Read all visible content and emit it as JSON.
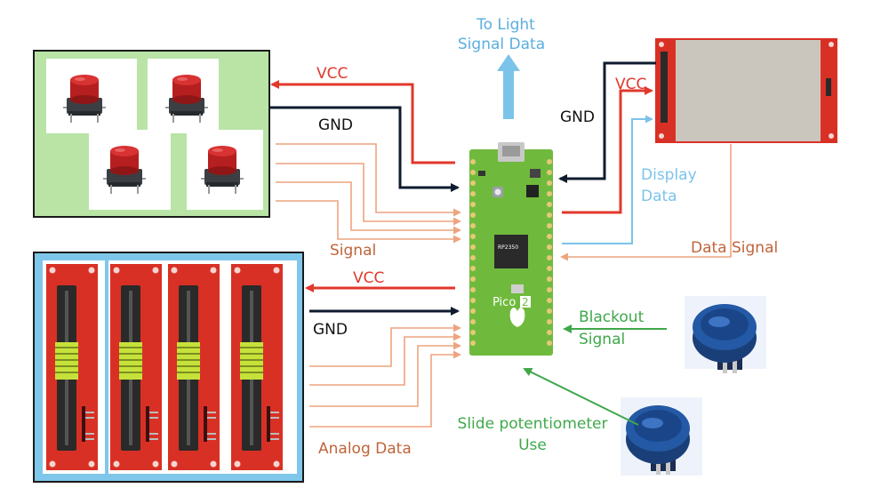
{
  "labels": {
    "to_light_line1": "To Light",
    "to_light_line2": "Signal Data",
    "vcc_top": "VCC",
    "gnd_top": "GND",
    "signal": "Signal",
    "vcc_mid": "VCC",
    "gnd_mid": "GND",
    "analog_data": "Analog Data",
    "gnd_display": "GND",
    "vcc_display": "VCC",
    "display_data_line1": "Display",
    "display_data_line2": "Data",
    "data_signal": "Data Signal",
    "blackout_line1": "Blackout",
    "blackout_line2": "Signal",
    "slide_use_line1": "Slide potentiometer",
    "slide_use_line2": "Use",
    "board_name": "Pico",
    "board_version": "2"
  },
  "colors": {
    "vcc": "#e0382b",
    "gnd": "#0f1b2e",
    "signal": "#eea47f",
    "light_blue": "#7cc3ea",
    "green": "#3fa84a",
    "label_brown": "#c0643a",
    "button_panel_bg": "#b9e4a6",
    "slider_panel_bg": "#7fc7ea",
    "pcb_red": "#d93025",
    "pico_green": "#6fba3d",
    "knob_blue": "#1e4d8c"
  },
  "icons": {
    "buttons": "tactile-push-button-icon",
    "sliders": "slide-potentiometer-icon",
    "display": "tft-display-module-icon",
    "arcade": "arcade-button-icon",
    "board": "raspberry-pi-pico-board-icon"
  }
}
